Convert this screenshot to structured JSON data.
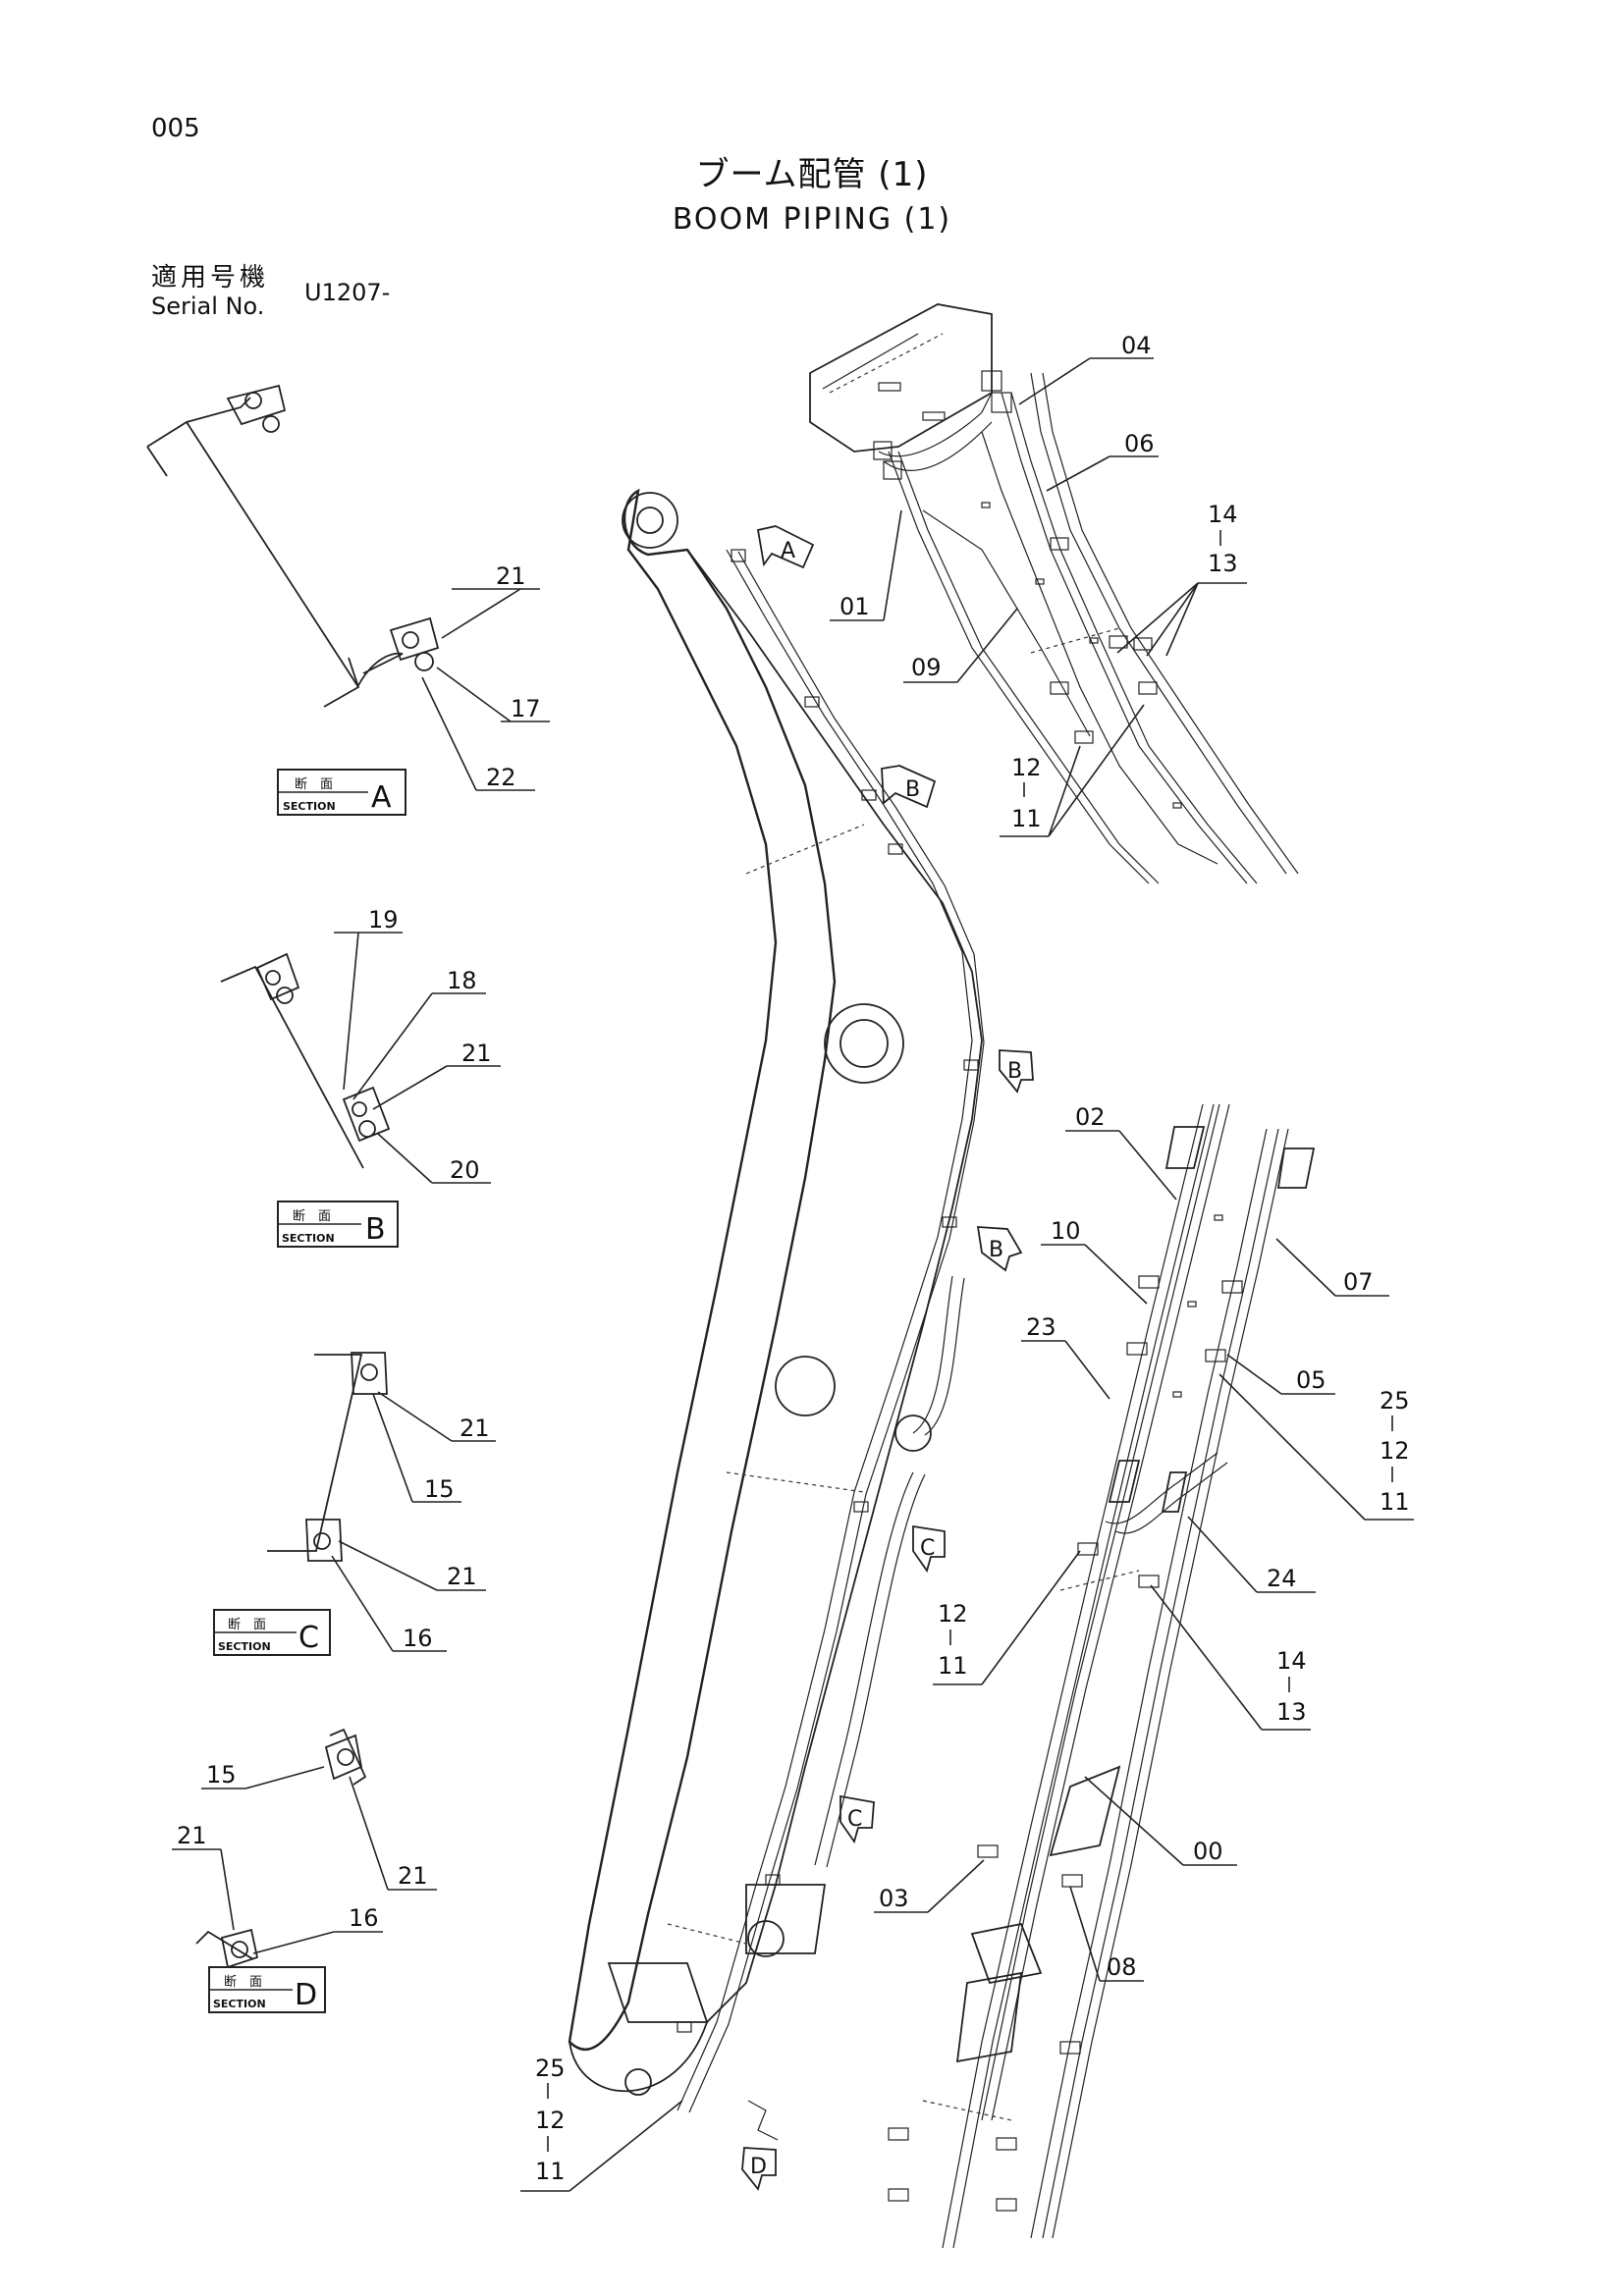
{
  "page_number": "005",
  "title": {
    "japanese": "ブーム配管 (1)",
    "english": "BOOM PIPING (1)"
  },
  "serial": {
    "label_jp": "適用号機",
    "label_en": "Serial No.",
    "value": "U1207-"
  },
  "sections": {
    "label_jp": "断　面",
    "label_en": "SECTION",
    "letters": [
      "A",
      "B",
      "C",
      "D"
    ]
  },
  "view_markers": [
    "A",
    "B",
    "B",
    "B",
    "C",
    "C",
    "D"
  ],
  "callouts": {
    "detailA": [
      "21",
      "17",
      "22"
    ],
    "detailB": [
      "19",
      "18",
      "21",
      "20"
    ],
    "detailC": [
      "21",
      "15",
      "21",
      "16"
    ],
    "detailD": [
      "15",
      "21",
      "21",
      "16"
    ],
    "top": [
      "04",
      "06",
      "01",
      "09",
      "14",
      "13",
      "12",
      "11"
    ],
    "right": [
      "02",
      "10",
      "07",
      "23",
      "05",
      "25",
      "12",
      "11",
      "24",
      "12",
      "11",
      "14",
      "13",
      "00",
      "03",
      "08"
    ],
    "bottom": [
      "25",
      "12",
      "11"
    ]
  }
}
